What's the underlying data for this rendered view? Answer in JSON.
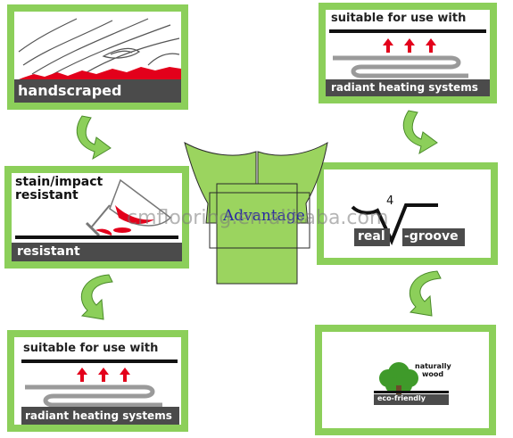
{
  "colors": {
    "frame_green": "#8ccf5a",
    "dark_grey": "#4b4b4b",
    "red": "#e3001b",
    "center_green": "#9bd45f"
  },
  "panels": {
    "handscraped": {
      "label": "handscraped"
    },
    "radiant_top": {
      "title": "suitable for use with",
      "bar": "radiant heating systems"
    },
    "stain": {
      "title_line1": "stain/impact",
      "title_line2": "resistant",
      "bar": "resistant"
    },
    "groove": {
      "number": "4",
      "left": "real",
      "right": "-groove"
    },
    "radiant_bottom": {
      "title": "suitable for use with",
      "bar": "radiant heating systems"
    },
    "eco": {
      "tag_line1": "naturally",
      "tag_line2": "wood",
      "bar": "eco-friendly"
    }
  },
  "center": {
    "label": "Advantage"
  },
  "watermark": {
    "text": "cmflooring.en.alibaba.com"
  }
}
